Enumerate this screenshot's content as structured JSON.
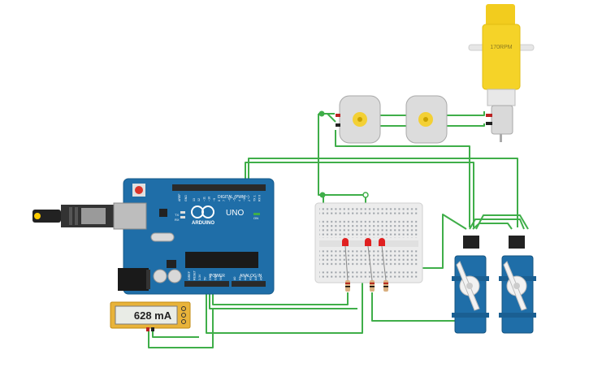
{
  "motor": {
    "label": "170RPM"
  },
  "arduino": {
    "brand": "ARDUINO",
    "model": "UNO",
    "digital_label": "DIGITAL (PWM~)",
    "power_label": "POWER",
    "analog_label": "ANALOG IN",
    "tx_label": "TX",
    "rx_label": "RX",
    "on_label": "ON",
    "aref_label": "AREF",
    "gnd_label": "GND",
    "pins_digital": [
      "13",
      "12",
      "~11",
      "~10",
      "~9",
      "8",
      "7",
      "~6",
      "~5",
      "4",
      "~3",
      "2",
      "TX 1",
      "RX 0"
    ],
    "pins_power": [
      "IOREF",
      "RESET",
      "3.3V",
      "5V",
      "GND",
      "GND",
      "Vin"
    ],
    "pins_analog": [
      "A0",
      "A1",
      "A2",
      "A3",
      "A4",
      "A5"
    ]
  },
  "multimeter": {
    "reading": "628 mA"
  },
  "colors": {
    "wire": "#3fae49",
    "board": "#1f6ea8",
    "motor_yellow": "#f5d328",
    "servo_blue": "#1f6ea8",
    "led_red": "#e02020",
    "reset_red": "#d9342b"
  }
}
